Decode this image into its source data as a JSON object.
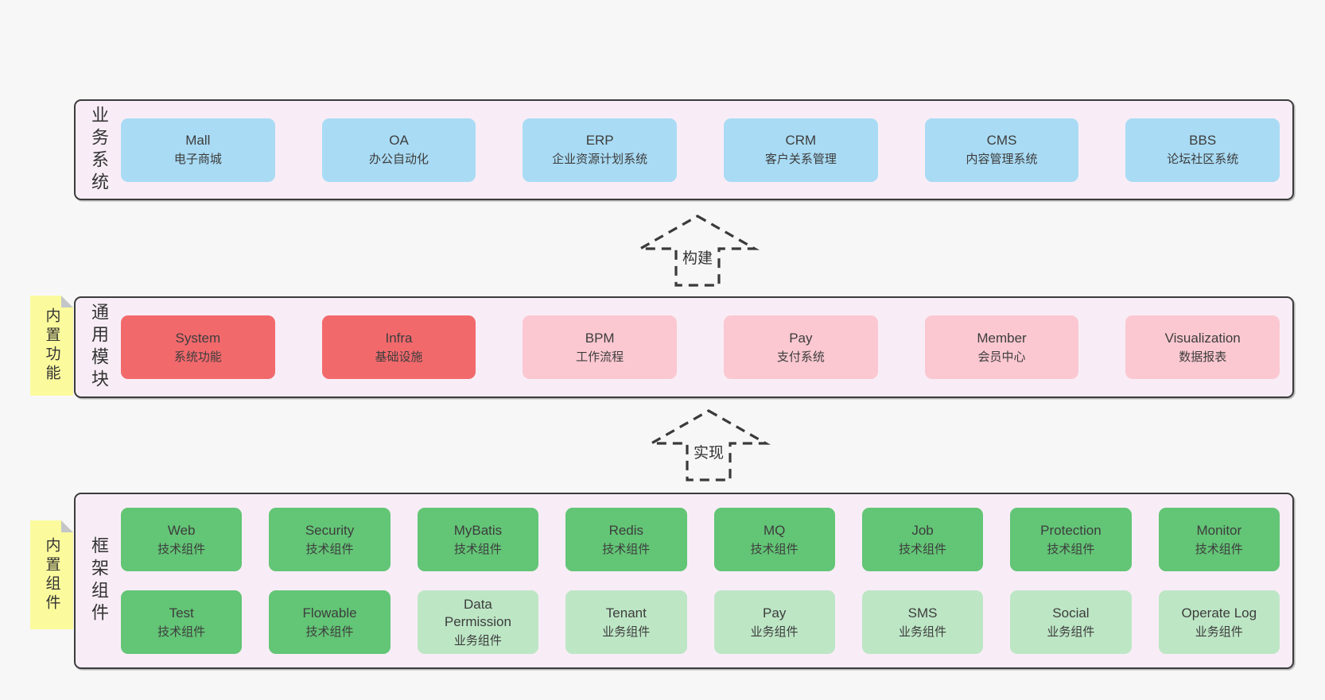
{
  "colors": {
    "page_bg": "#f7f7f7",
    "band_bg": "#f8edf6",
    "band_border": "#3c3c3c",
    "blue": "#a9dbf4",
    "red": "#f2696c",
    "pink": "#fbc8d1",
    "green": "#63c576",
    "green_light": "#bde6c5",
    "sticky_yellow": "#fbfb9e",
    "fold_gray": "#c3c6c9",
    "text": "#3d3d3d",
    "arrow": "#3a3a3a"
  },
  "bands": [
    {
      "id": "business-systems",
      "label": "业务系统",
      "sticky": null,
      "rows": [
        [
          {
            "title": "Mall",
            "subtitle": "电子商城",
            "variant": "blue"
          },
          {
            "title": "OA",
            "subtitle": "办公自动化",
            "variant": "blue"
          },
          {
            "title": "ERP",
            "subtitle": "企业资源计划系统",
            "variant": "blue"
          },
          {
            "title": "CRM",
            "subtitle": "客户关系管理",
            "variant": "blue"
          },
          {
            "title": "CMS",
            "subtitle": "内容管理系统",
            "variant": "blue"
          },
          {
            "title": "BBS",
            "subtitle": "论坛社区系统",
            "variant": "blue"
          }
        ]
      ]
    },
    {
      "id": "common-modules",
      "label": "通用模块",
      "sticky": "内置功能",
      "rows": [
        [
          {
            "title": "System",
            "subtitle": "系统功能",
            "variant": "red"
          },
          {
            "title": "Infra",
            "subtitle": "基础设施",
            "variant": "red"
          },
          {
            "title": "BPM",
            "subtitle": "工作流程",
            "variant": "pink"
          },
          {
            "title": "Pay",
            "subtitle": "支付系统",
            "variant": "pink"
          },
          {
            "title": "Member",
            "subtitle": "会员中心",
            "variant": "pink"
          },
          {
            "title": "Visualization",
            "subtitle": "数据报表",
            "variant": "pink"
          }
        ]
      ]
    },
    {
      "id": "framework-components",
      "label": "框架组件",
      "sticky": "内置组件",
      "rows": [
        [
          {
            "title": "Web",
            "subtitle": "技术组件",
            "variant": "green"
          },
          {
            "title": "Security",
            "subtitle": "技术组件",
            "variant": "green"
          },
          {
            "title": "MyBatis",
            "subtitle": "技术组件",
            "variant": "green"
          },
          {
            "title": "Redis",
            "subtitle": "技术组件",
            "variant": "green"
          },
          {
            "title": "MQ",
            "subtitle": "技术组件",
            "variant": "green"
          },
          {
            "title": "Job",
            "subtitle": "技术组件",
            "variant": "green"
          },
          {
            "title": "Protection",
            "subtitle": "技术组件",
            "variant": "green"
          },
          {
            "title": "Monitor",
            "subtitle": "技术组件",
            "variant": "green"
          }
        ],
        [
          {
            "title": "Test",
            "subtitle": "技术组件",
            "variant": "green"
          },
          {
            "title": "Flowable",
            "subtitle": "技术组件",
            "variant": "green"
          },
          {
            "title": "Data\nPermission",
            "subtitle": "业务组件",
            "variant": "green_light"
          },
          {
            "title": "Tenant",
            "subtitle": "业务组件",
            "variant": "green_light"
          },
          {
            "title": "Pay",
            "subtitle": "业务组件",
            "variant": "green_light"
          },
          {
            "title": "SMS",
            "subtitle": "业务组件",
            "variant": "green_light"
          },
          {
            "title": "Social",
            "subtitle": "业务组件",
            "variant": "green_light"
          },
          {
            "title": "Operate Log",
            "subtitle": "业务组件",
            "variant": "green_light"
          }
        ]
      ]
    }
  ],
  "arrows": [
    {
      "id": "build",
      "label": "构建"
    },
    {
      "id": "implement",
      "label": "实现"
    }
  ]
}
